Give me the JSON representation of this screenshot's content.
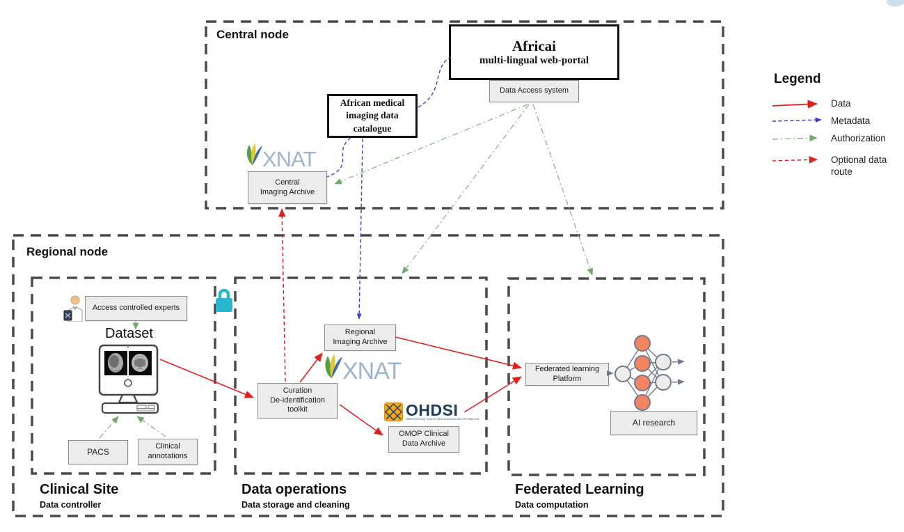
{
  "central_node": {
    "title": "Central node",
    "africai": {
      "title": "Africai",
      "subtitle": "multi-lingual web-portal"
    },
    "data_access_system": "Data Access system",
    "catalogue": "African medical\nimaging data\ncatalogue",
    "central_imaging_archive": "Central\nImaging Archive",
    "xnat_logo_text": "XNAT"
  },
  "regional_node": {
    "title": "Regional node",
    "clinical_site": {
      "access_controlled_experts": "Access controlled experts",
      "dataset_label": "Dataset",
      "pacs": "PACS",
      "clinical_annotations": "Clinical\nannotations",
      "title": "Clinical Site",
      "subtitle": "Data controller"
    },
    "data_operations": {
      "regional_imaging_archive": "Regional\nImaging Archive",
      "xnat_logo_text": "XNAT",
      "curation_toolkit": "Curation\nDe-identification\ntoolkit",
      "ohdsi_logo_text": "OHDSI",
      "ohdsi_tagline": "OBSERVATIONAL HEALTH DATA SCIENCES AND INFORMATICS",
      "omop_archive": "OMOP Clinical\nData Archive",
      "title": "Data operations",
      "subtitle": "Data storage and cleaning"
    },
    "federated_learning": {
      "platform": "Federated learning\nPlatform",
      "ai_research": "AI research",
      "title": "Federated Learning",
      "subtitle": "Data computation"
    }
  },
  "legend": {
    "title": "Legend",
    "items": [
      {
        "label": "Data",
        "style": "solid",
        "color": "#e51d1d"
      },
      {
        "label": "Metadata",
        "style": "dashed",
        "color": "#3d3dcc"
      },
      {
        "label": "Authorization",
        "style": "dash-dot",
        "color": "#85b87f"
      },
      {
        "label": "Optional data\nroute",
        "style": "dashed",
        "color": "#e51d1d"
      }
    ]
  },
  "colors": {
    "data_red": "#e51d1d",
    "metadata_blue": "#3d3dcc",
    "authorization_green": "#85b87f",
    "box_fill": "#ececec",
    "dashed_border": "#4a4a4a",
    "lock_cyan": "#2ab5cf",
    "nn_orange": "#f4845f"
  }
}
